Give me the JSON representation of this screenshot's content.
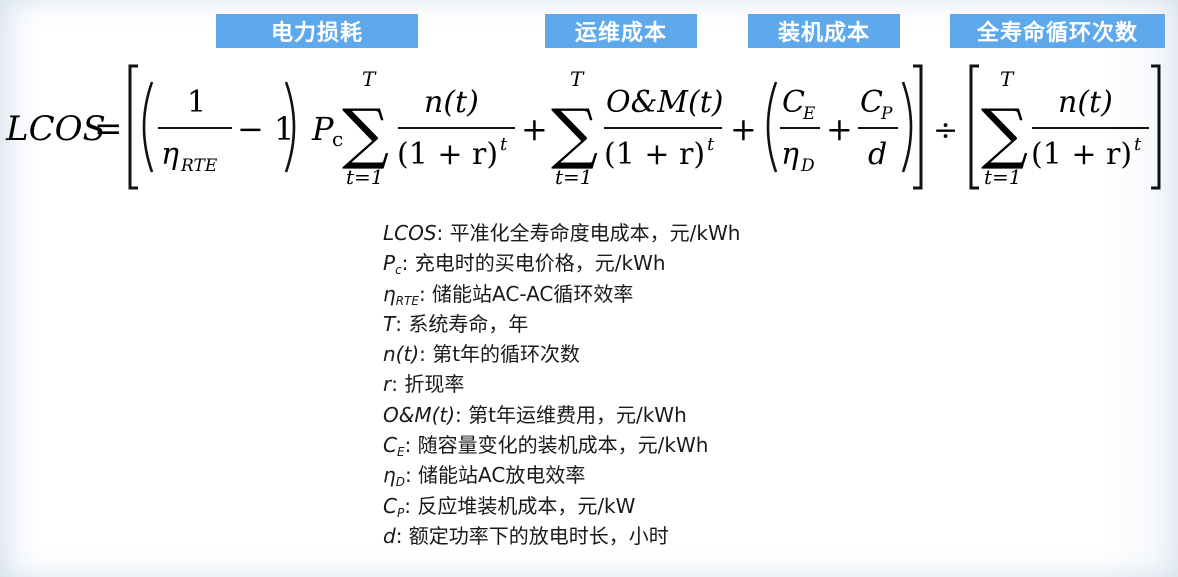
{
  "tags": {
    "power_loss": "电力损耗",
    "om_cost": "运维成本",
    "install_cost": "装机成本",
    "cycle_count": "全寿命循环次数"
  },
  "formula": {
    "lhs": "LCOS",
    "eq": "=",
    "one": "1",
    "eta": "η",
    "rte": "RTE",
    "minus_one": "− 1",
    "pc": "P",
    "pc_sub": "c",
    "sum_top": "T",
    "sum_bottom": "t=1",
    "n_t": "n(t)",
    "discount": "(1 + r)",
    "exp_t": "t",
    "plus": "+",
    "om_t": "O&M(t)",
    "ce": "C",
    "ce_sub": "E",
    "eta_d_sub": "D",
    "cp": "C",
    "cp_sub": "P",
    "d": "d",
    "div": "÷"
  },
  "legend": [
    {
      "sym": "LCOS",
      "sub": "",
      "sym_tail": "",
      "text": ": 平准化全寿命度电成本，元/kWh"
    },
    {
      "sym": "P",
      "sub": "c",
      "sym_tail": "",
      "text": ": 充电时的买电价格，元/kWh"
    },
    {
      "sym": "η",
      "sub": "RTE",
      "sym_tail": "",
      "text": ": 储能站AC-AC循环效率"
    },
    {
      "sym": "T",
      "sub": "",
      "sym_tail": "",
      "text": ": 系统寿命，年"
    },
    {
      "sym": "n(t)",
      "sub": "",
      "sym_tail": "",
      "text": ": 第t年的循环次数"
    },
    {
      "sym": "r",
      "sub": "",
      "sym_tail": "",
      "text": ": 折现率"
    },
    {
      "sym": "O&M(t)",
      "sub": "",
      "sym_tail": "",
      "text": ": 第t年运维费用，元/kWh"
    },
    {
      "sym": "C",
      "sub": "E",
      "sym_tail": "",
      "text": ": 随容量变化的装机成本，元/kWh"
    },
    {
      "sym": "η",
      "sub": "D",
      "sym_tail": "",
      "text": ": 储能站AC放电效率"
    },
    {
      "sym": "C",
      "sub": "P",
      "sym_tail": "",
      "text": ": 反应堆装机成本，元/kW"
    },
    {
      "sym": "d",
      "sub": "",
      "sym_tail": "",
      "text": ": 额定功率下的放电时长，小时"
    }
  ]
}
